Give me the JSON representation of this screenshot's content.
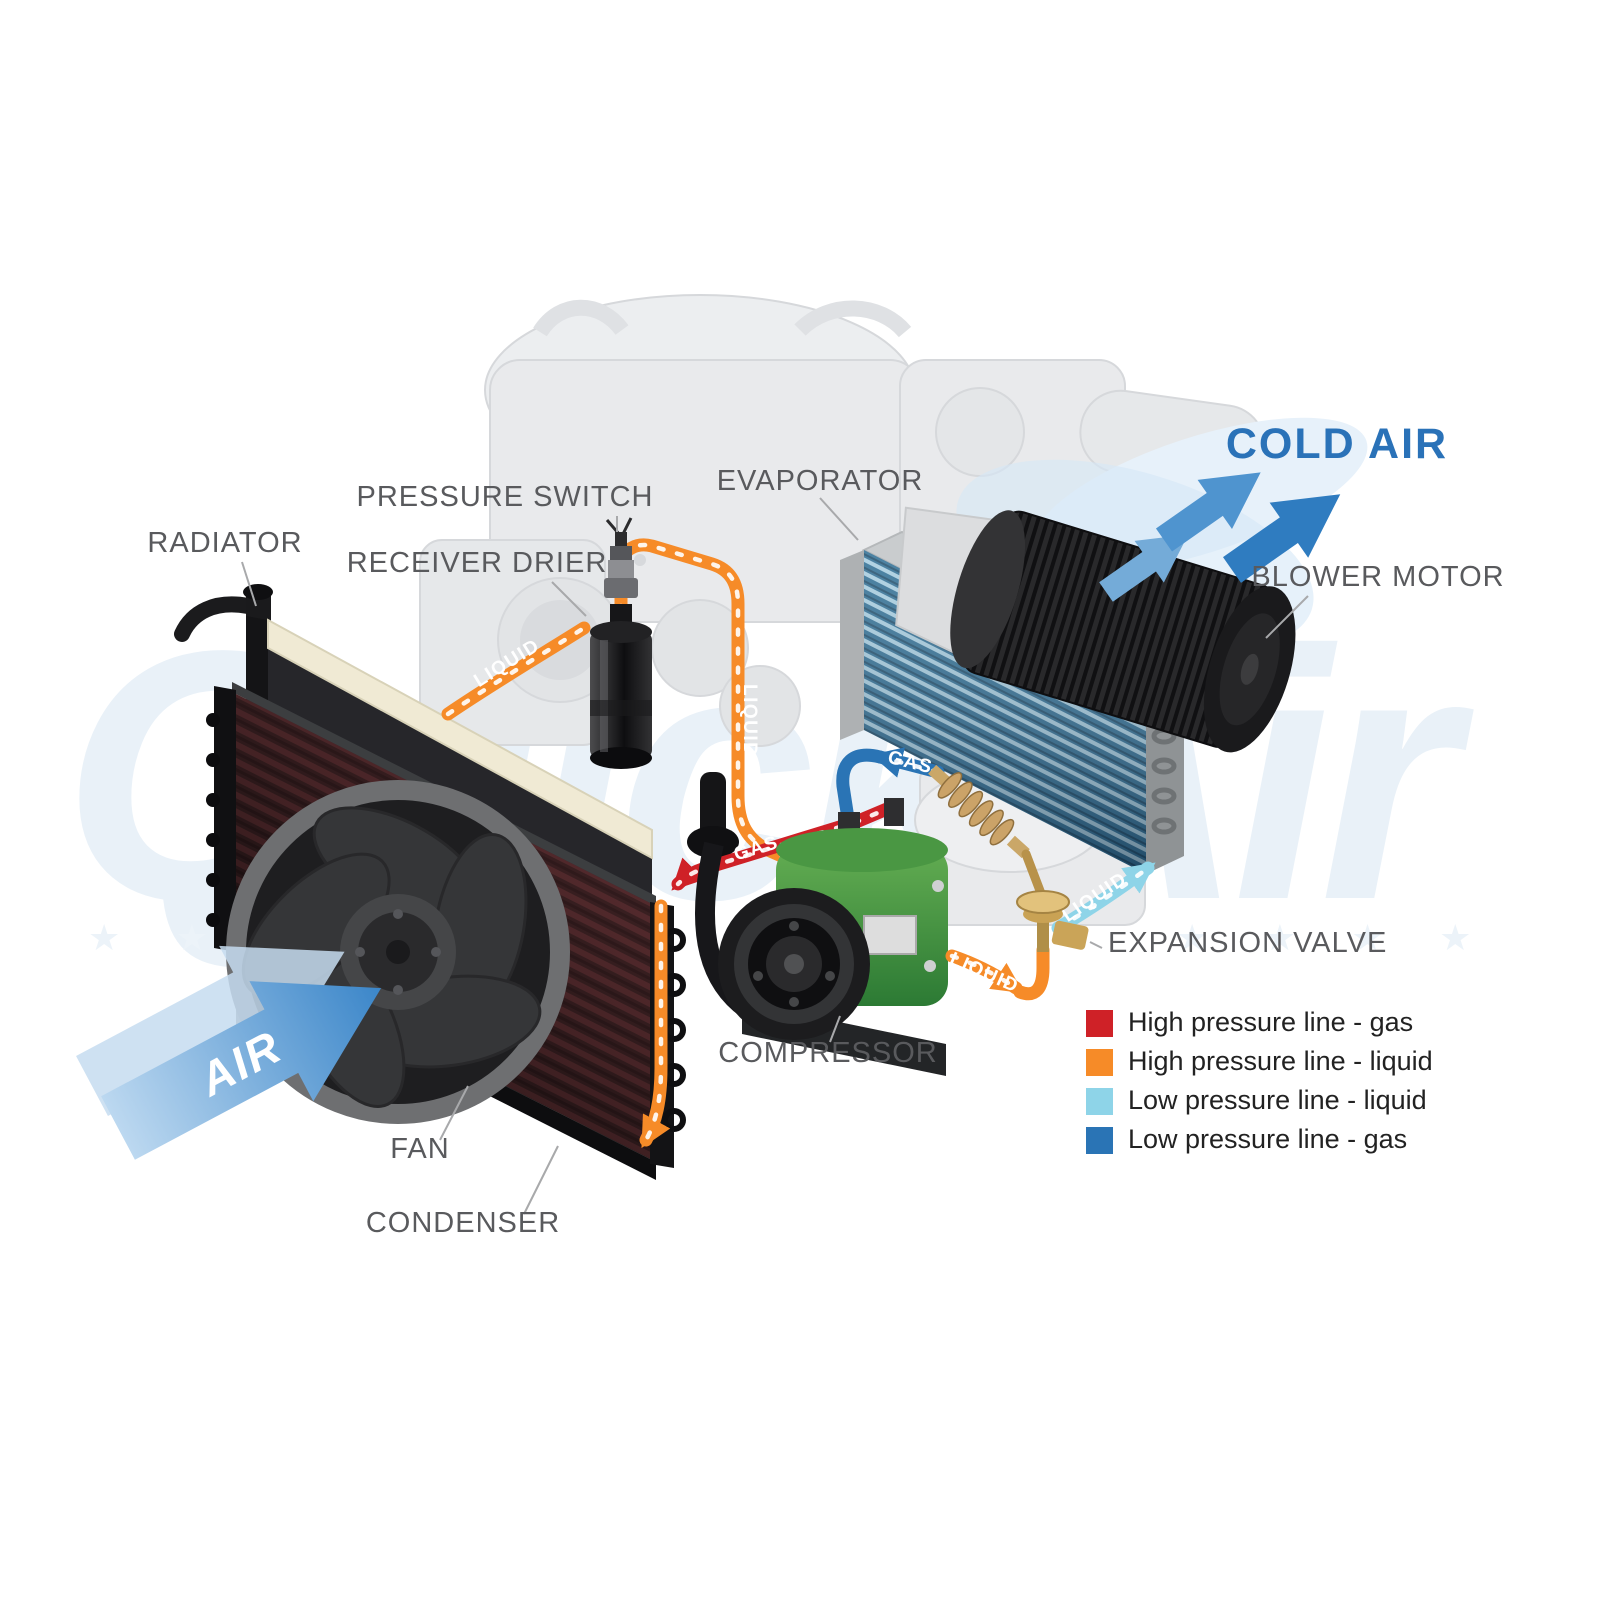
{
  "watermark": {
    "brand": "QuickAir",
    "stars_left": "★ ★ ★ ★",
    "stars_right": "★ ★ ★ ★"
  },
  "component_labels": {
    "radiator": "RADIATOR",
    "pressure_switch": "PRESSURE SWITCH",
    "receiver_drier": "RECEIVER DRIER",
    "evaporator": "EVAPORATOR",
    "blower_motor": "BLOWER MOTOR",
    "expansion_valve": "EXPANSION VALVE",
    "compressor": "COMPRESSOR",
    "fan": "FAN",
    "condenser": "CONDENSER"
  },
  "airflow_labels": {
    "cold_air": "COLD AIR",
    "air_in": "AIR"
  },
  "flow_labels": {
    "liquid_to_drier": "LIQUID",
    "liquid_down": "LIQUID",
    "gas_high_pressure": "GAS",
    "gas_low_pressure": "GAS",
    "liquid_low_pressure": "LIQUID",
    "liquid_to_expansion_valve": "LIQUID"
  },
  "legend": {
    "items": [
      {
        "label": "High pressure line - gas",
        "color": "#cf2127"
      },
      {
        "label": "High pressure line - liquid",
        "color": "#f68b28"
      },
      {
        "label": "Low pressure line - liquid",
        "color": "#8ed4e8"
      },
      {
        "label": "Low pressure line - gas",
        "color": "#2a74b5"
      }
    ]
  },
  "colors": {
    "cold_air_text": "#2a72b8",
    "component_label_text": "#595a5d"
  }
}
